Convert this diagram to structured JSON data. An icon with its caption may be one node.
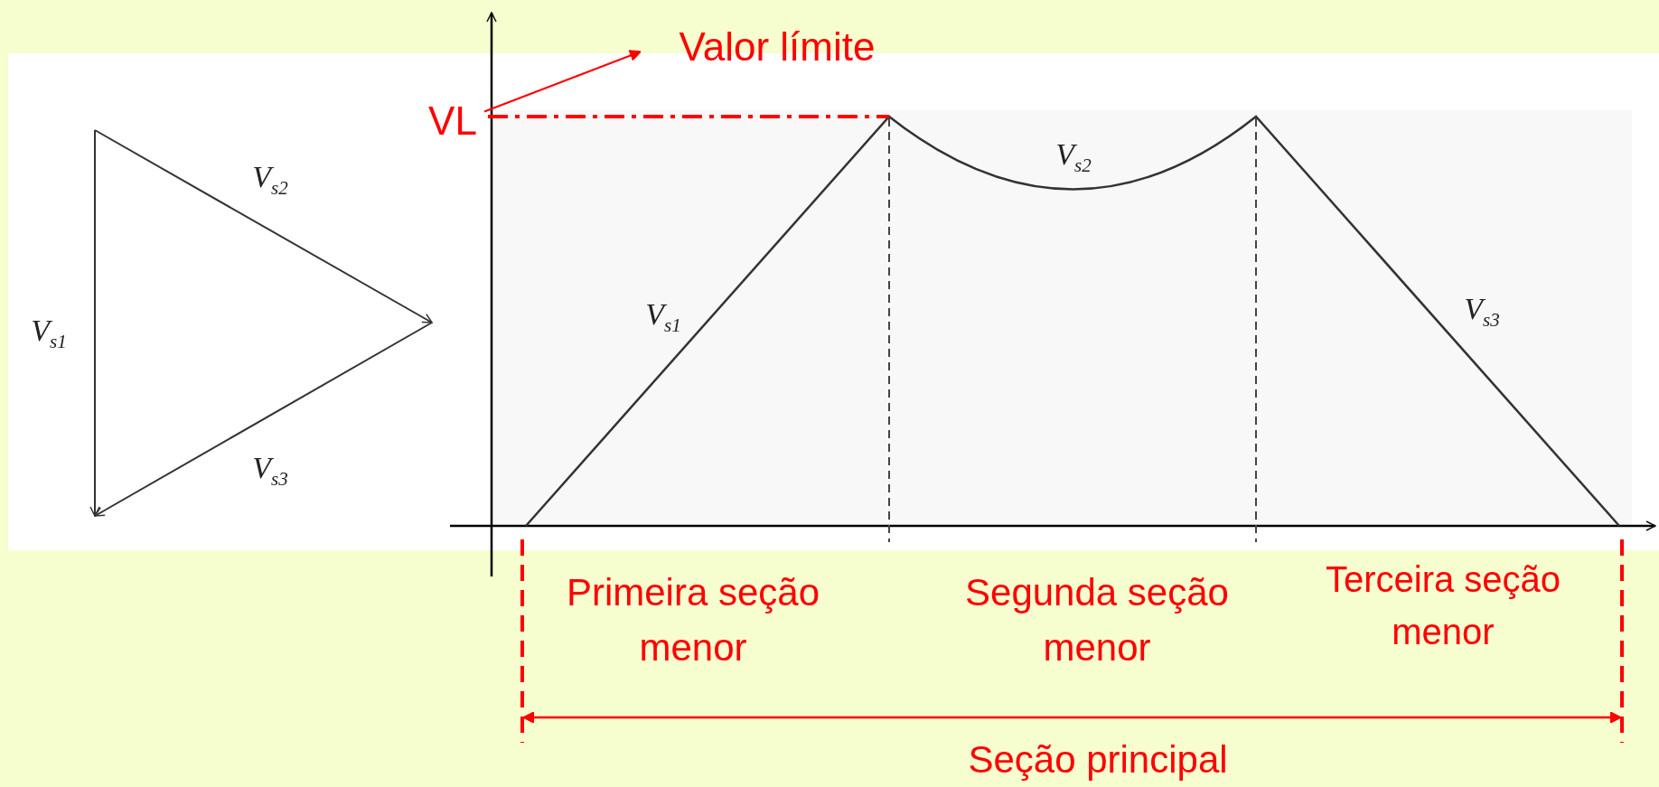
{
  "diagram": {
    "nodes": [
      {
        "text": [
          "VL"
        ]
      },
      {
        "text": [
          "Valor límite"
        ]
      }
    ],
    "edges": [
      {
        "from": 0,
        "to": 1,
        "arrow": "to"
      }
    ],
    "labels": [
      "V$_{s2}$",
      "V$_{s2}$",
      "V$_{s1}$",
      "V$_{s1}$",
      "V$_{s3}$",
      "V$_{s3}$",
      "Primeira seção menor",
      "Segunda seção menor",
      "Terceira seção menor",
      "Seção principal"
    ]
  }
}
